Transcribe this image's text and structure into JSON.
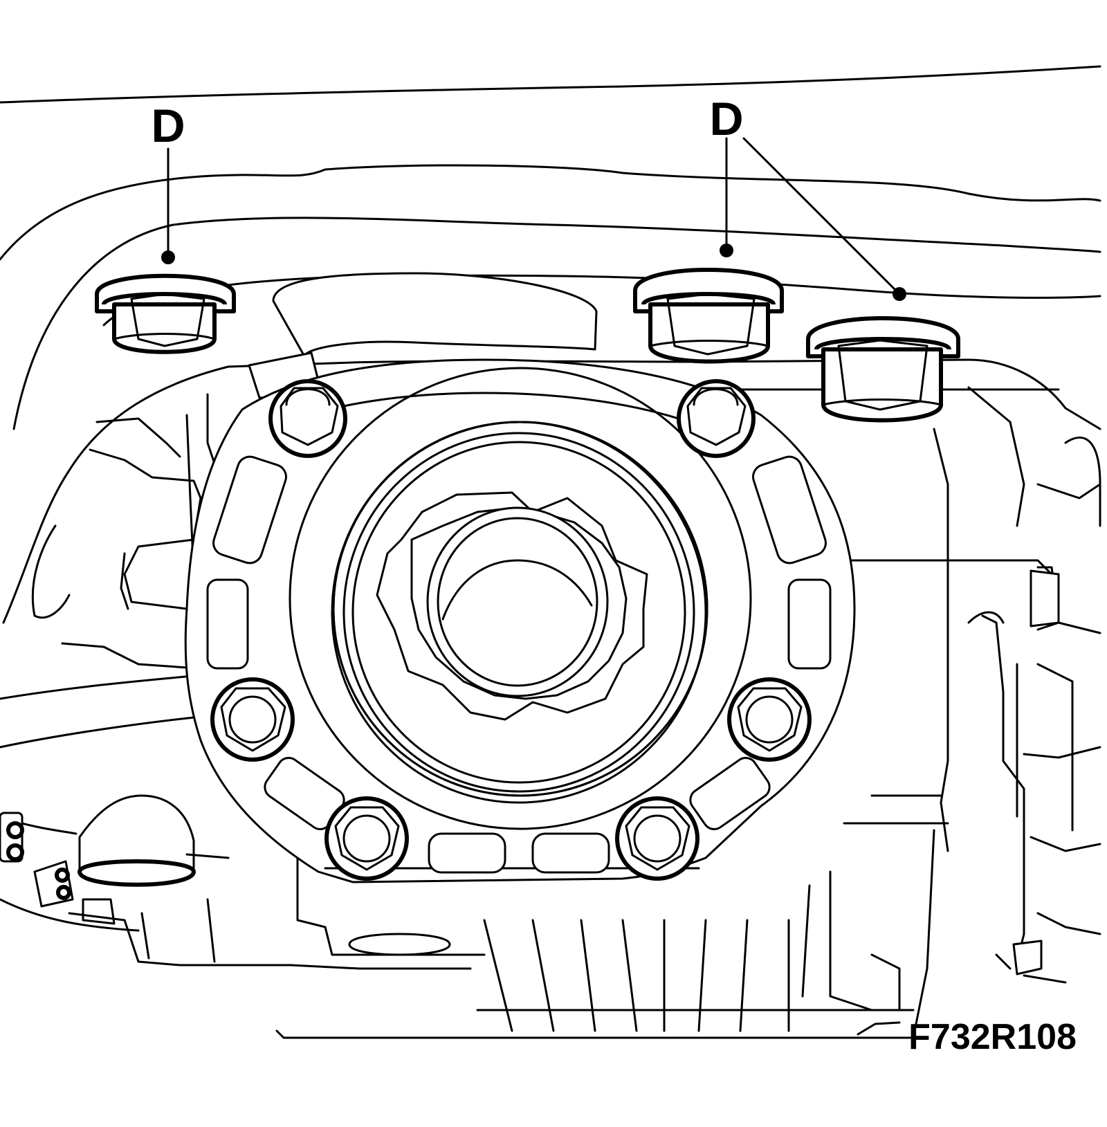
{
  "callouts": [
    {
      "id": "d-left",
      "label": "D"
    },
    {
      "id": "d-right",
      "label": "D"
    }
  ],
  "figure_code": "F732R108",
  "colors": {
    "line": "#000000",
    "background": "#ffffff"
  }
}
